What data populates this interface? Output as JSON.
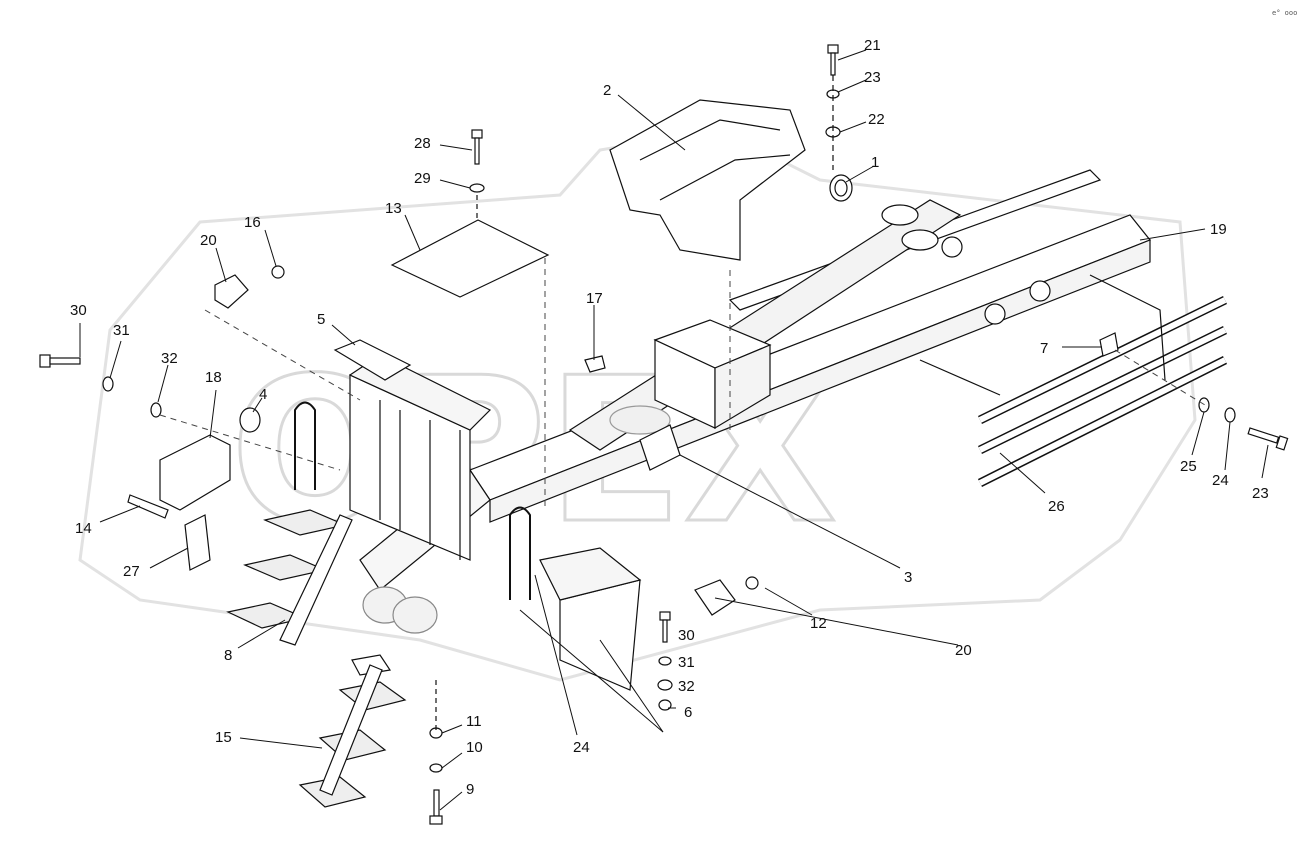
{
  "watermark": {
    "text": "OPEX"
  },
  "corner_mark": "e° ooo",
  "callouts": [
    {
      "id": "c1",
      "label": "1"
    },
    {
      "id": "c2",
      "label": "2"
    },
    {
      "id": "c3",
      "label": "3"
    },
    {
      "id": "c4",
      "label": "4"
    },
    {
      "id": "c5",
      "label": "5"
    },
    {
      "id": "c6",
      "label": "6"
    },
    {
      "id": "c7",
      "label": "7"
    },
    {
      "id": "c8",
      "label": "8"
    },
    {
      "id": "c9",
      "label": "9"
    },
    {
      "id": "c10",
      "label": "10"
    },
    {
      "id": "c11",
      "label": "11"
    },
    {
      "id": "c12",
      "label": "12"
    },
    {
      "id": "c13",
      "label": "13"
    },
    {
      "id": "c14",
      "label": "14"
    },
    {
      "id": "c15",
      "label": "15"
    },
    {
      "id": "c16",
      "label": "16"
    },
    {
      "id": "c17",
      "label": "17"
    },
    {
      "id": "c18",
      "label": "18"
    },
    {
      "id": "c19",
      "label": "19"
    },
    {
      "id": "c20a",
      "label": "20"
    },
    {
      "id": "c20b",
      "label": "20"
    },
    {
      "id": "c21",
      "label": "21"
    },
    {
      "id": "c22",
      "label": "22"
    },
    {
      "id": "c23a",
      "label": "23"
    },
    {
      "id": "c23b",
      "label": "23"
    },
    {
      "id": "c24a",
      "label": "24"
    },
    {
      "id": "c24b",
      "label": "24"
    },
    {
      "id": "c25",
      "label": "25"
    },
    {
      "id": "c26",
      "label": "26"
    },
    {
      "id": "c27",
      "label": "27"
    },
    {
      "id": "c28",
      "label": "28"
    },
    {
      "id": "c29",
      "label": "29"
    },
    {
      "id": "c30a",
      "label": "30"
    },
    {
      "id": "c30b",
      "label": "30"
    },
    {
      "id": "c31a",
      "label": "31"
    },
    {
      "id": "c31b",
      "label": "31"
    },
    {
      "id": "c32a",
      "label": "32"
    },
    {
      "id": "c32b",
      "label": "32"
    }
  ]
}
